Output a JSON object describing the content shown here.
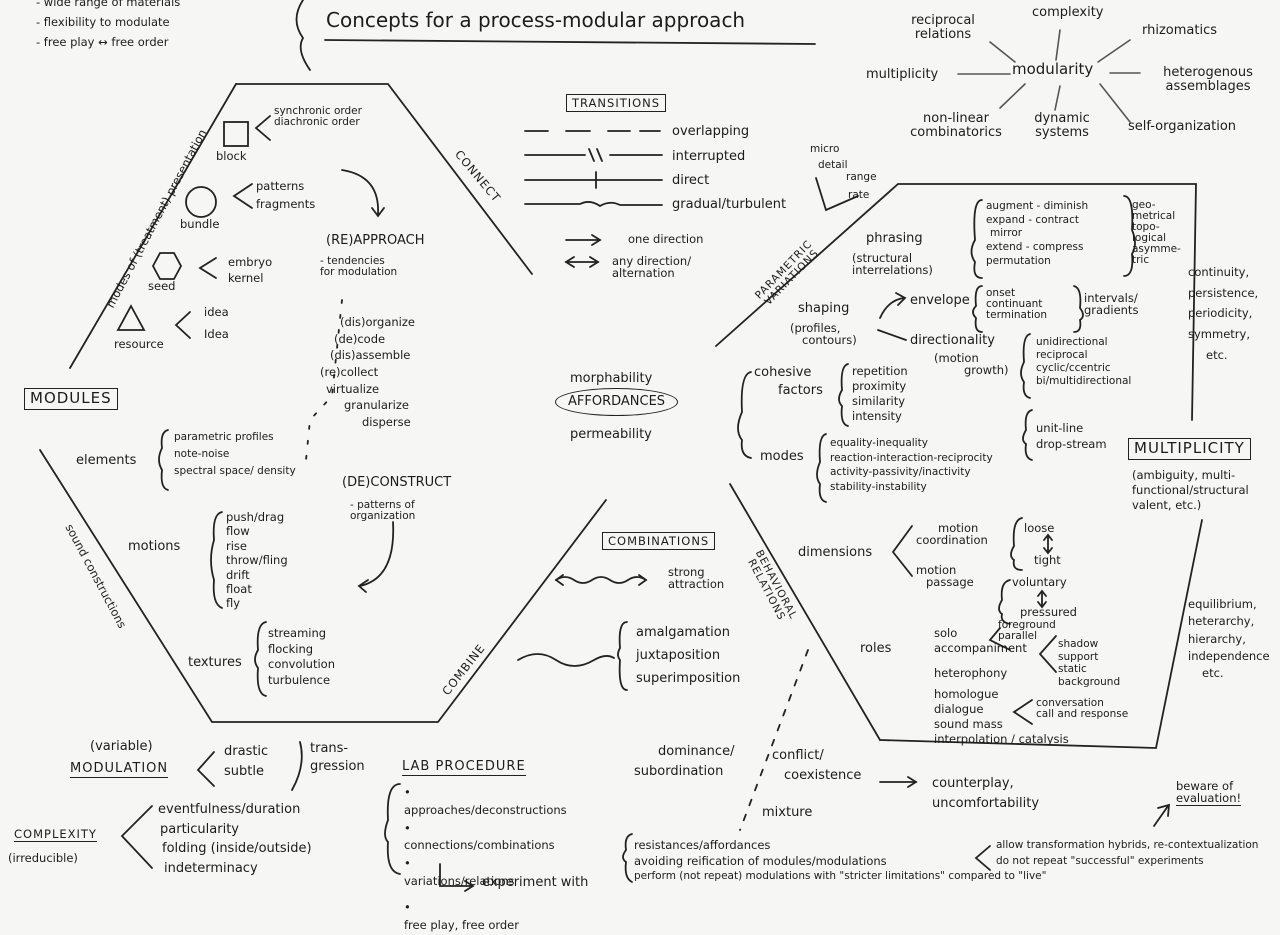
{
  "header": {
    "left_notes": [
      "- wide range of materials",
      "- flexibility to modulate",
      "- free play ↔ free order"
    ],
    "title": "Concepts for a process-modular approach"
  },
  "modularity_map": {
    "center": "modularity",
    "satellites": [
      "complexity",
      "rhizomatics",
      "heterogenous assemblages",
      "self-organization",
      "dynamic systems",
      "non-linear combinatorics",
      "multiplicity",
      "reciprocal relations"
    ]
  },
  "modules": {
    "label": "MODULES",
    "presentation_label": "modes of (treatment) presentation",
    "forms": [
      {
        "name": "block",
        "notes": [
          "synchronic order",
          "diachronic order"
        ]
      },
      {
        "name": "bundle",
        "notes": [
          "patterns",
          "fragments"
        ]
      },
      {
        "name": "seed",
        "notes": [
          "embryo",
          "kernel"
        ]
      },
      {
        "name": "resource",
        "notes": [
          "idea",
          "Idea"
        ]
      }
    ],
    "sound_label": "sound constructions",
    "elements": {
      "label": "elements",
      "items": [
        "parametric profiles",
        "note-noise",
        "spectral space/ density"
      ]
    },
    "motions": {
      "label": "motions",
      "items": [
        "push/drag",
        "flow",
        "rise",
        "throw/fling",
        "drift",
        "float",
        "fly"
      ]
    },
    "textures": {
      "label": "textures",
      "items": [
        "streaming",
        "flocking",
        "convolution",
        "turbulence"
      ]
    }
  },
  "approach": {
    "title": "(RE)APPROACH",
    "subtitle": "- tendencies for modulation",
    "items": [
      "(dis)organize",
      "(de)code",
      "(dis)assemble",
      "(re)collect",
      "virtualize",
      "granularize",
      "disperse"
    ],
    "construct_title": "(DE)CONSTRUCT",
    "construct_sub": "- patterns of organization"
  },
  "edges": {
    "connect": "CONNECT",
    "combine": "COMBINE",
    "parametric": "PARAMETRIC VARIATIONS",
    "behavioral": "BEHAVIORAL RELATIONS"
  },
  "transitions": {
    "title": "TRANSITIONS",
    "items": [
      "overlapping",
      "interrupted",
      "direct",
      "gradual/turbulent"
    ],
    "side": [
      "micro",
      "detail",
      "range",
      "rate"
    ],
    "directions": [
      "one direction",
      "any direction/ alternation"
    ]
  },
  "affordances": {
    "top": "morphability",
    "center": "AFFORDANCES",
    "bottom": "permeability"
  },
  "combinations": {
    "title": "COMBINATIONS",
    "attraction": "strong attraction",
    "items": [
      "amalgamation",
      "juxtaposition",
      "superimposition"
    ]
  },
  "parametric": {
    "phrasing": "phrasing",
    "phrasing_sub": "(structural interrelations)",
    "pairs": [
      "augment - diminish",
      "expand - contract",
      "mirror",
      "extend - compress",
      "permutation"
    ],
    "geo": [
      "geo-",
      "metrical",
      "topo-",
      "logical",
      "asymme-",
      "tric"
    ],
    "shaping": "shaping",
    "shaping_sub": [
      "(profiles,",
      "contours)"
    ],
    "envelope": "envelope",
    "envelope_items": [
      "onset",
      "continuant",
      "termination"
    ],
    "intervals": [
      "intervals/",
      "gradients"
    ],
    "directionality": "directionality",
    "directionality_sub": [
      "(motion",
      "growth)"
    ],
    "dir_items": [
      "unidirectional",
      "reciprocal",
      "cyclic/ccentric",
      "bi/multidirectional"
    ],
    "right_notes": [
      "continuity,",
      "persistence,",
      "periodicity,",
      "symmetry,",
      "etc."
    ]
  },
  "cohesive": {
    "label": [
      "cohesive",
      "factors"
    ],
    "items": [
      "repetition",
      "proximity",
      "similarity",
      "intensity"
    ],
    "modes": "modes",
    "mode_items": [
      "equality-inequality",
      "reaction-interaction-reciprocity",
      "activity-passivity/inactivity",
      "stability-instability"
    ],
    "unit": [
      "unit-line",
      "drop-stream"
    ]
  },
  "multiplicity": {
    "title": "MULTIPLICITY",
    "sub": [
      "(ambiguity, multi-",
      "functional/structural",
      "valent, etc.)"
    ],
    "right_notes": [
      "equilibrium,",
      "heterarchy,",
      "hierarchy,",
      "independence",
      "etc."
    ]
  },
  "behavioral": {
    "dimensions": "dimensions",
    "coord": [
      "motion",
      "coordination"
    ],
    "coord_range": [
      "loose",
      "tight"
    ],
    "passage": [
      "motion",
      "passage"
    ],
    "passage_range": [
      "voluntary",
      "pressured"
    ],
    "roles": "roles",
    "role_items": [
      "solo",
      "accompaniment",
      "heterophony",
      "homologue",
      "dialogue",
      "sound mass",
      "interpolation / catalysis"
    ],
    "fg": [
      "foreground",
      "parallel"
    ],
    "support": [
      "shadow",
      "support",
      "static",
      "background"
    ],
    "conversation": [
      "conversation",
      "call and response"
    ]
  },
  "bottom_relations": {
    "dominance": [
      "dominance/",
      "subordination"
    ],
    "conflict": [
      "conflict/",
      "coexistence"
    ],
    "mixture": "mixture",
    "counterplay": [
      "counterplay,",
      "uncomfortability"
    ],
    "beware": [
      "beware of",
      "evaluation!"
    ]
  },
  "modulation": {
    "variable": "(variable)",
    "label": "MODULATION",
    "kinds": [
      "drastic",
      "subtle"
    ],
    "trans": [
      "trans-",
      "gression"
    ]
  },
  "complexity": {
    "label": "COMPLEXITY",
    "sub": "(irreducible)",
    "items": [
      "eventfulness/duration",
      "particularity",
      "folding (inside/outside)",
      "indeterminacy"
    ]
  },
  "lab": {
    "title": "LAB PROCEDURE",
    "items": [
      "approaches/deconstructions",
      "connections/combinations",
      "variations/relations",
      "free play, free order"
    ],
    "experiment": "experiment with",
    "experiment_items": [
      "resistances/affordances",
      "avoiding reification of modules/modulations",
      "perform (not repeat) modulations with \"stricter limitations\" compared to \"live\""
    ],
    "notes": [
      "allow transformation hybrids, re-contextualization",
      "do not repeat \"successful\" experiments"
    ]
  }
}
